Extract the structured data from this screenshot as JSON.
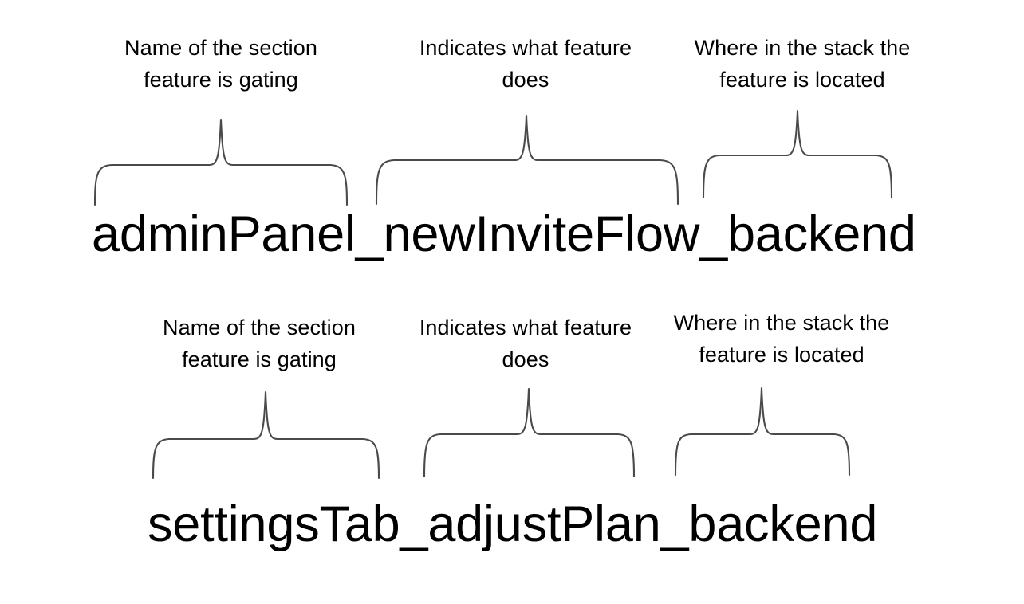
{
  "page": {
    "background_color": "#ffffff",
    "text_color": "#000000",
    "brace_color": "#4a4a4a"
  },
  "examples": [
    {
      "id": "example-1",
      "flag_name": "adminPanel_newInviteFlow_backend",
      "segments": [
        {
          "token": "adminPanel",
          "annotation": "Name of the section\nfeature is gating"
        },
        {
          "token": "newInviteFlow",
          "annotation": "Indicates what feature\ndoes"
        },
        {
          "token": "backend",
          "annotation": "Where in the stack the\nfeature is located"
        }
      ]
    },
    {
      "id": "example-2",
      "flag_name": "settingsTab_adjustPlan_backend",
      "segments": [
        {
          "token": "settingsTab",
          "annotation": "Name of the section\nfeature is gating"
        },
        {
          "token": "adjustPlan",
          "annotation": "Indicates what feature\ndoes"
        },
        {
          "token": "backend",
          "annotation": "Where in the stack the\nfeature is located"
        }
      ]
    }
  ]
}
